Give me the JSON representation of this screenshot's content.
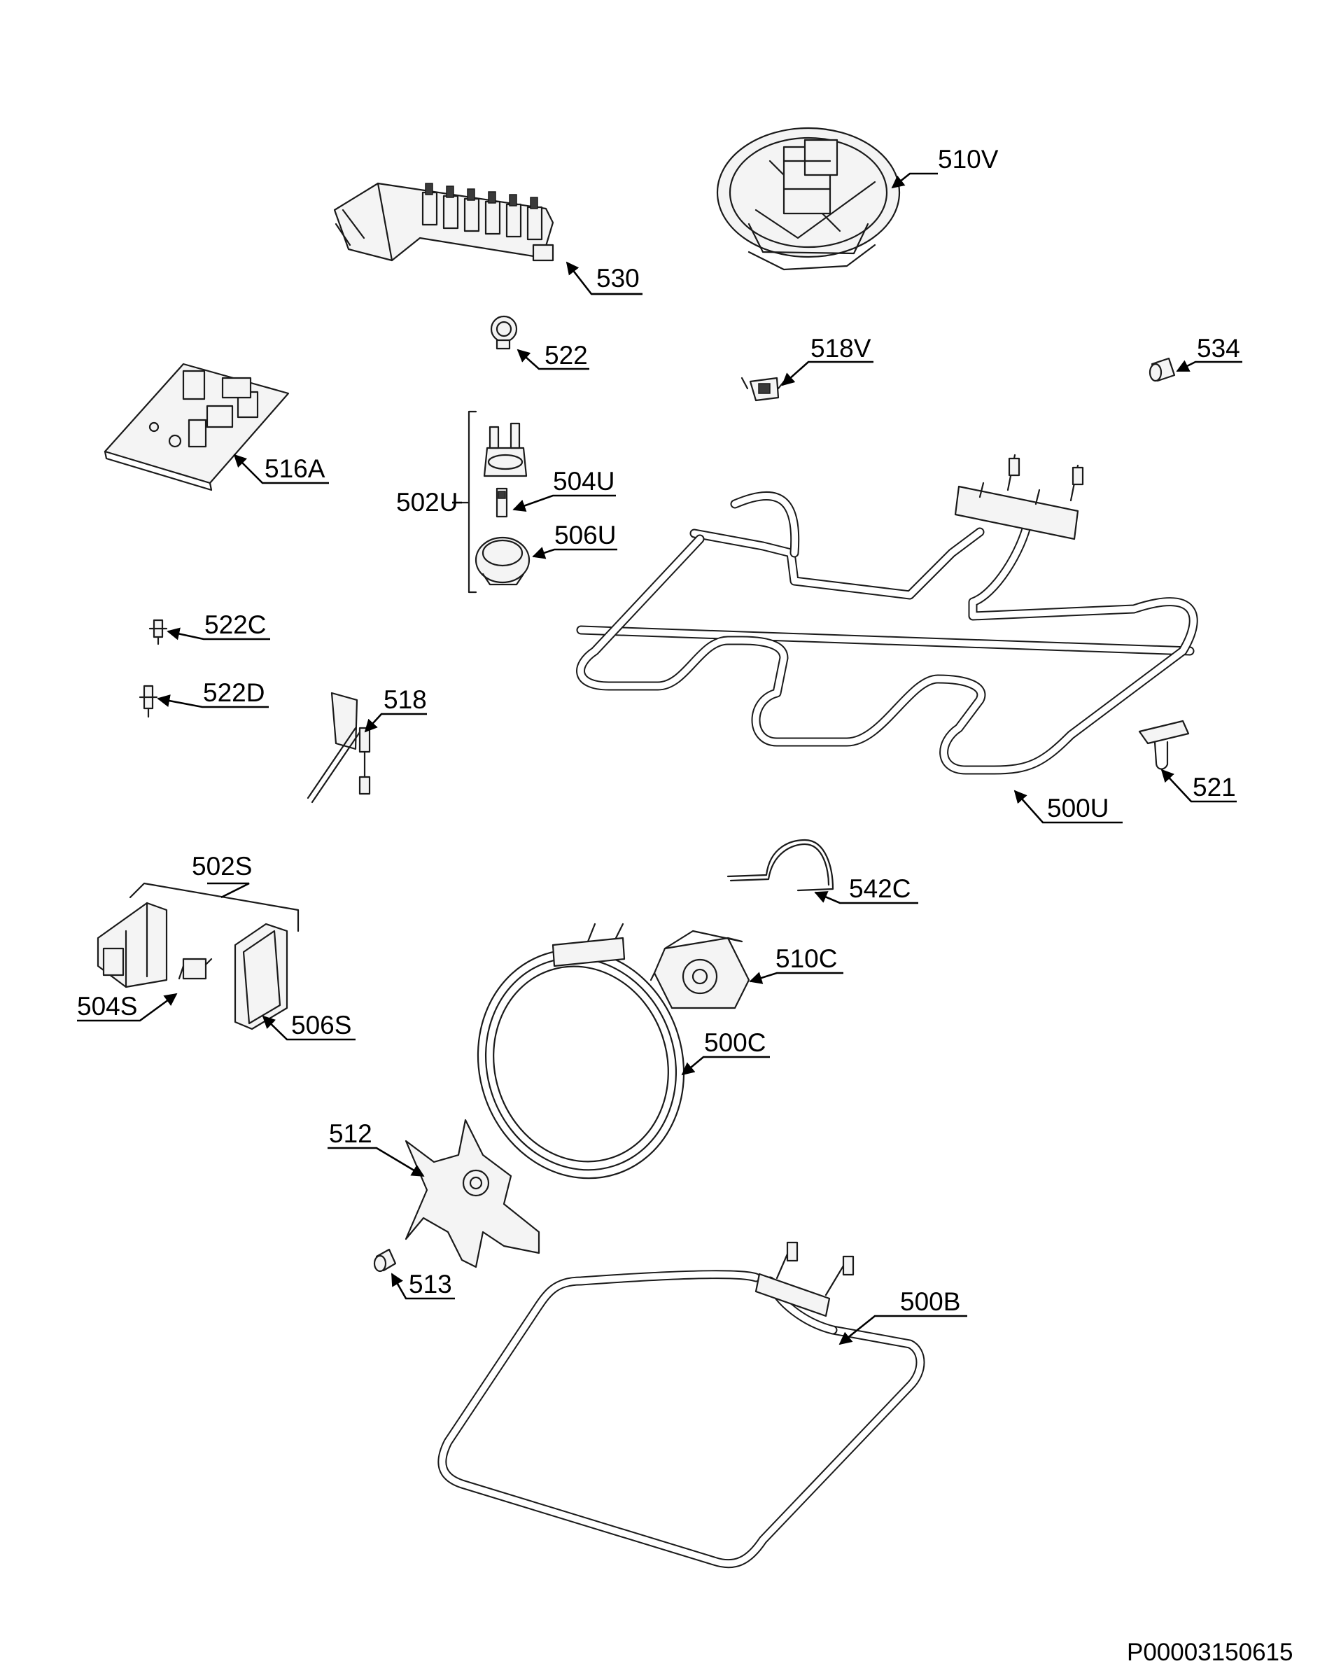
{
  "labels": {
    "p530": "530",
    "p510V": "510V",
    "p522": "522",
    "p518V": "518V",
    "p534": "534",
    "p516A": "516A",
    "p502U": "502U",
    "p504U": "504U",
    "p506U": "506U",
    "p522C": "522C",
    "p522D": "522D",
    "p518": "518",
    "p500U": "500U",
    "p521": "521",
    "p502S": "502S",
    "p542C": "542C",
    "p510C": "510C",
    "p504S": "504S",
    "p506S": "506S",
    "p500C": "500C",
    "p512": "512",
    "p513": "513",
    "p500B": "500B"
  },
  "drawing_code": "P00003150615"
}
